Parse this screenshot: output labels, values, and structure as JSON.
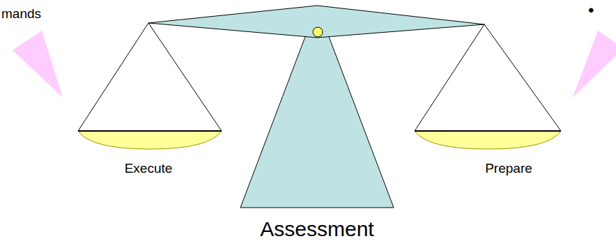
{
  "diagram": {
    "labels": [
      "mands",
      "•",
      "Execute",
      "Prepare",
      "Assessment"
    ]
  }
}
